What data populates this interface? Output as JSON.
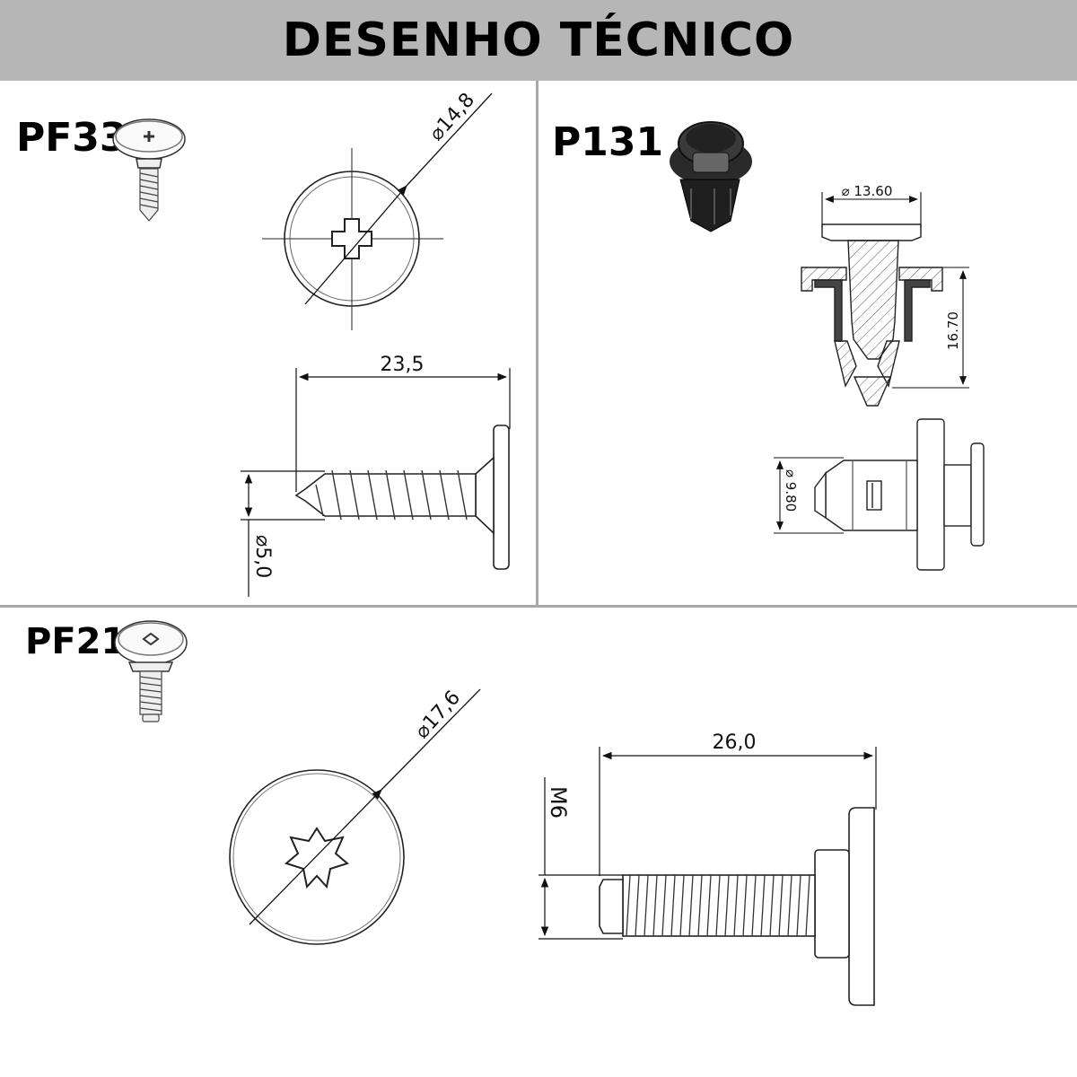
{
  "header": {
    "title": "DESENHO TÉCNICO"
  },
  "parts": {
    "pf33": {
      "code": "PF33",
      "head_diameter": "⌀14,8",
      "length": "23,5",
      "shank_diameter": "⌀5,0",
      "icon": "phillips-truss-screw-icon"
    },
    "p131": {
      "code": "P131",
      "head_diameter": "⌀ 13.60",
      "height": "16.70",
      "body_diameter": "⌀ 9.80",
      "icon": "push-rivet-clip-icon"
    },
    "pf21": {
      "code": "PF21",
      "head_diameter": "⌀17,6",
      "length": "26,0",
      "thread": "M6",
      "icon": "torx-flange-bolt-icon"
    }
  },
  "colors": {
    "header_bg": "#b6b6b6",
    "line": "#222222",
    "divider": "#a8a8a8"
  }
}
